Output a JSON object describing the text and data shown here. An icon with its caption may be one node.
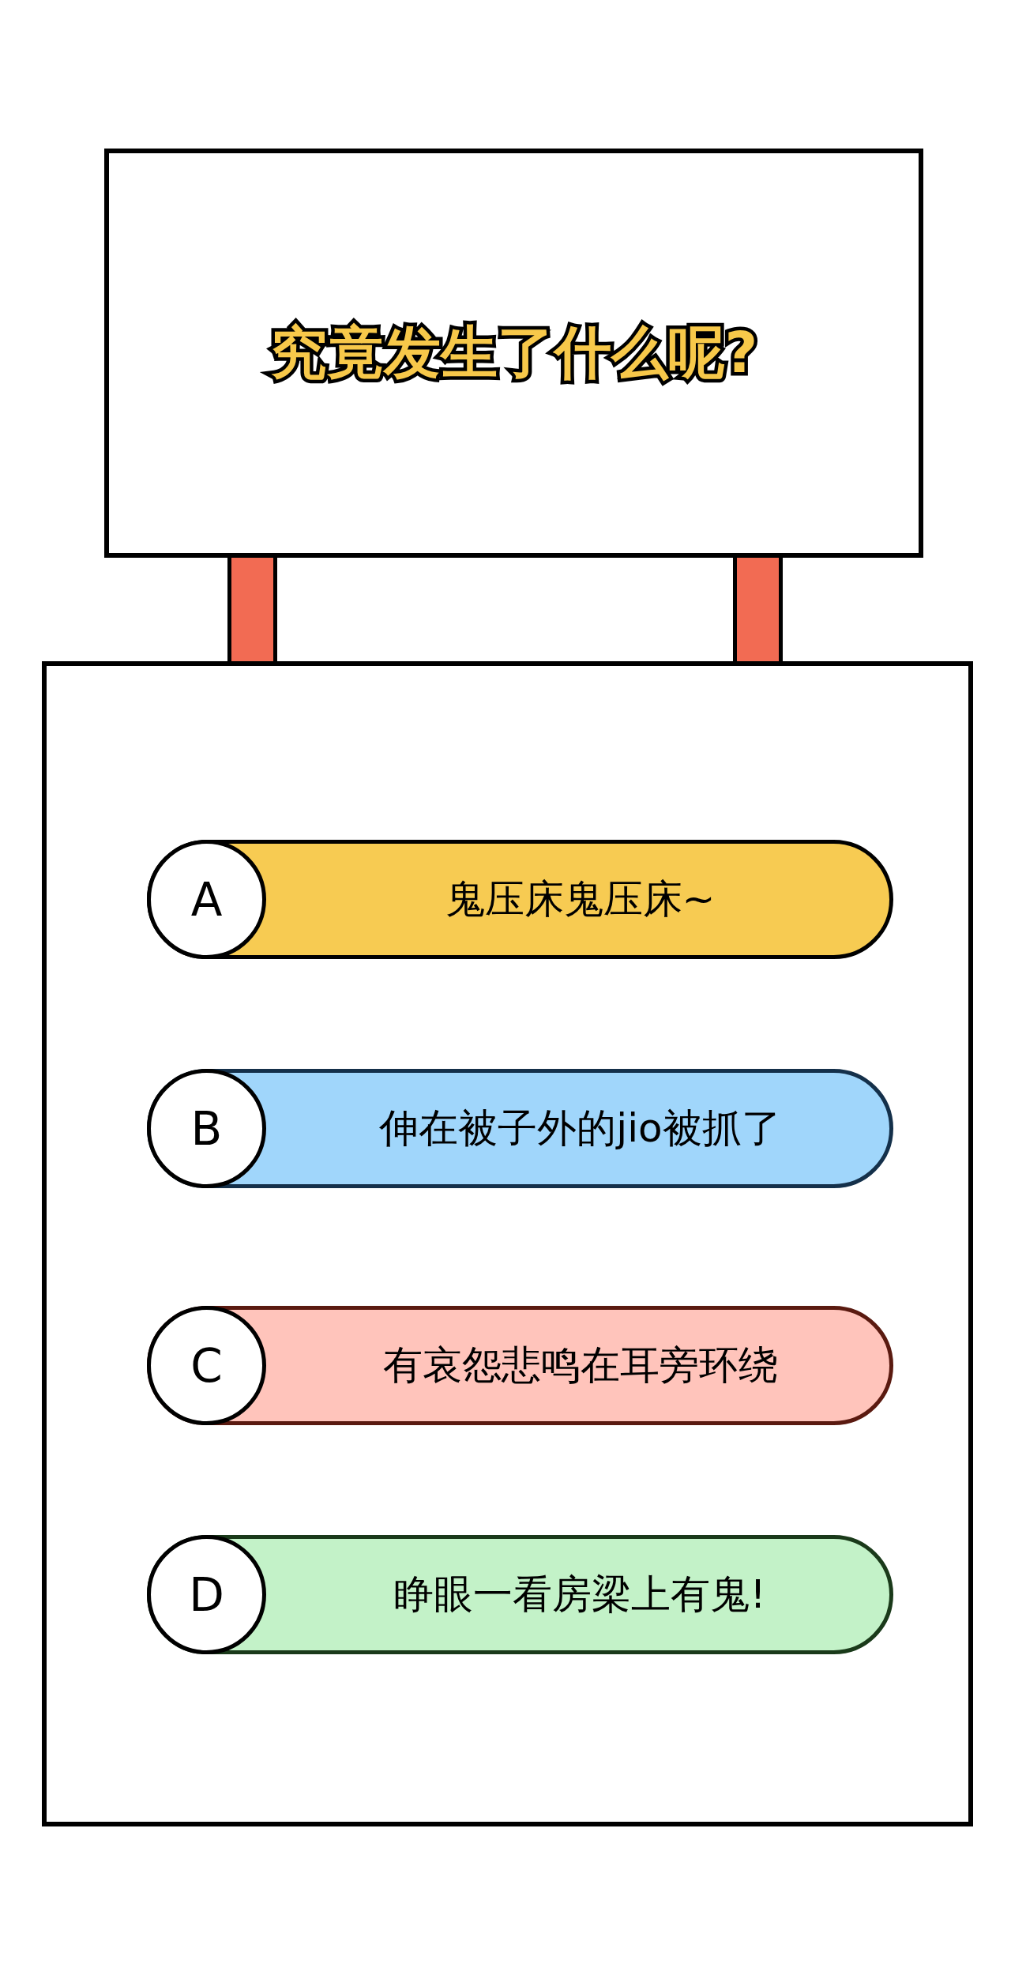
{
  "diagram": {
    "nodes": [
      {
        "text": [
          "究竟发生了什么呢?"
        ]
      },
      {
        "text": [],
        "shape": "bar"
      },
      {
        "text": [],
        "shape": "bar"
      },
      {
        "text": [],
        "shape": "box"
      },
      {
        "text": [
          "鬼压床鬼压床~"
        ],
        "in": 3
      },
      {
        "text": [
          "A"
        ],
        "in": 4
      },
      {
        "text": [
          "伸在被子外的jio被抓了"
        ],
        "in": 3
      },
      {
        "text": [
          "B"
        ],
        "in": 6
      },
      {
        "text": [
          "有哀怨悲鸣在耳旁环绕"
        ],
        "in": 3
      },
      {
        "text": [
          "C"
        ],
        "in": 8
      },
      {
        "text": [
          "睁眼一看房梁上有鬼!"
        ],
        "in": 3
      },
      {
        "text": [
          "D"
        ],
        "in": 10
      }
    ]
  }
}
